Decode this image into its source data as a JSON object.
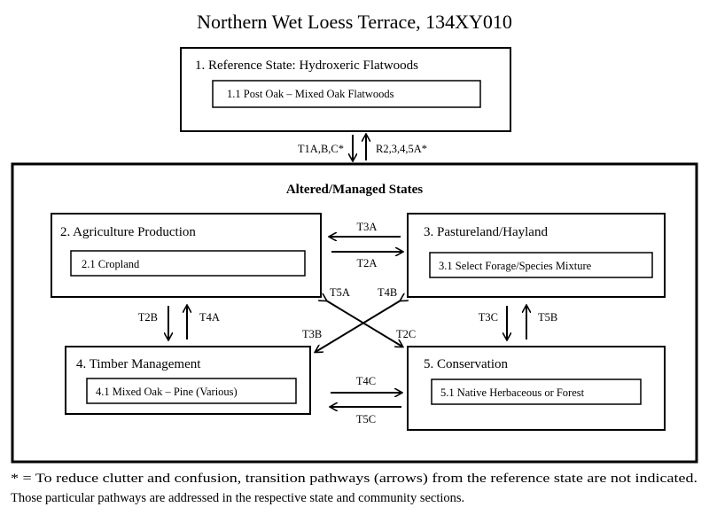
{
  "title": "Northern Wet Loess Terrace, 134XY010",
  "reference": {
    "state": "1. Reference State: Hydroxeric Flatwoods",
    "community": "1.1 Post Oak – Mixed Oak Flatwoods"
  },
  "ref_transitions": {
    "down": "T1A,B,C*",
    "up": "R2,3,4,5A*"
  },
  "altered": {
    "title": "Altered/Managed States",
    "states": [
      {
        "state": "2. Agriculture Production",
        "community": "2.1 Cropland"
      },
      {
        "state": "3. Pastureland/Hayland",
        "community": "3.1 Select Forage/Species Mixture"
      },
      {
        "state": "4. Timber Management",
        "community": "4.1 Mixed Oak – Pine (Various)"
      },
      {
        "state": "5. Conservation",
        "community": "5.1 Native Herbaceous or Forest"
      }
    ]
  },
  "transitions": {
    "t3a": "T3A",
    "t2a": "T2A",
    "t2b": "T2B",
    "t4a": "T4A",
    "t3c": "T3C",
    "t5b": "T5B",
    "t5a": "T5A",
    "t4b": "T4B",
    "t3b": "T3B",
    "t2c": "T2C",
    "t4c": "T4C",
    "t5c": "T5C"
  },
  "footnote": {
    "line1": "* = To reduce clutter and confusion, transition pathways (arrows) from the reference state are not indicated.",
    "line2": "Those particular pathways are addressed in the respective state and community sections."
  }
}
